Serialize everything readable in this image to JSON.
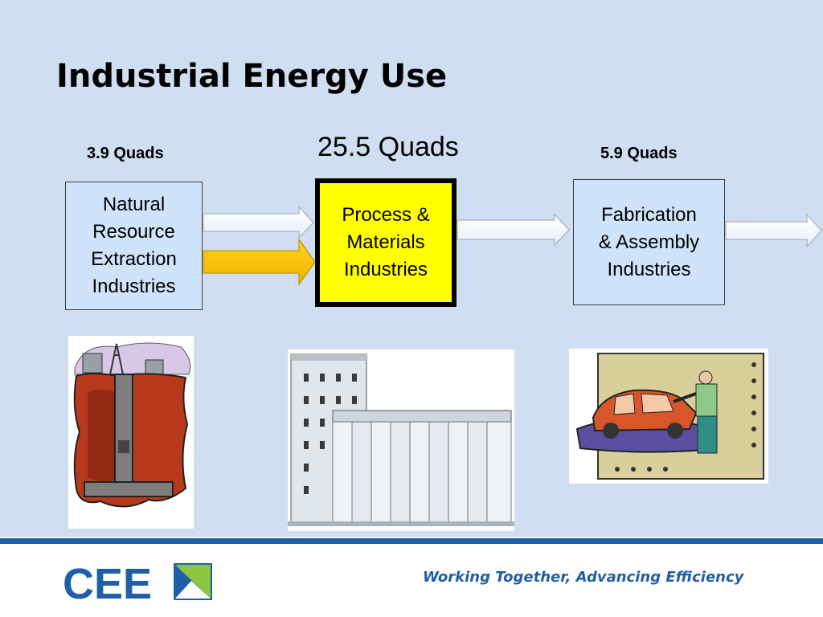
{
  "title": "Industrial Energy Use",
  "quads": {
    "left": "3.9 Quads",
    "middle": "25.5 Quads",
    "right": "5.9 Quads"
  },
  "boxes": {
    "left": [
      "Natural",
      "Resource",
      "Extraction",
      "Industries"
    ],
    "middle": [
      "Process &",
      "Materials",
      "Industries"
    ],
    "right": [
      "Fabrication",
      "& Assembly",
      "Industries"
    ]
  },
  "images": {
    "left": "mining-extraction-clipart",
    "middle": "grain-silo-factory-clipart",
    "right": "car-assembly-worker-clipart"
  },
  "footer": {
    "logo_text": "CEE",
    "tagline": "Working Together, Advancing Efficiency"
  },
  "colors": {
    "background": "#cfdff1",
    "box_fill": "#cfe3fb",
    "highlight_box": "#ffff00",
    "yellow_arrow": "#ffcc00",
    "brand_blue": "#1f5fa8",
    "logo_green": "#8cc63e"
  }
}
